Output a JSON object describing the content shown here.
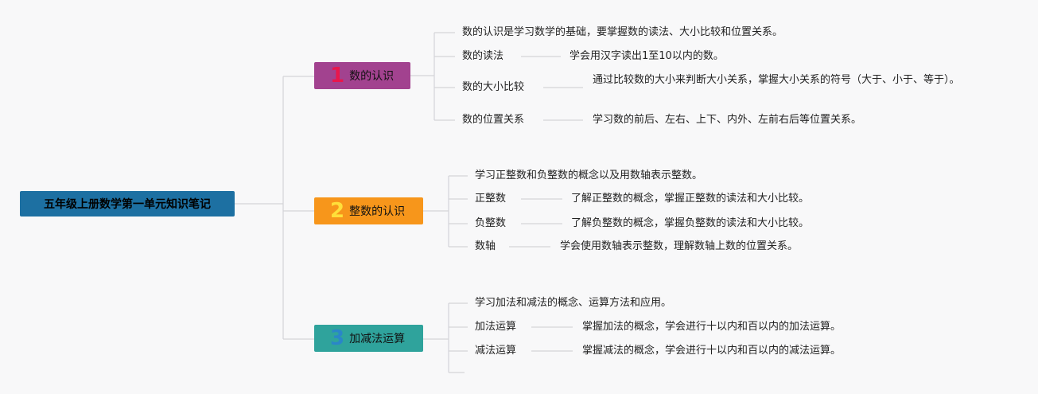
{
  "root": {
    "title": "五年级上册数学第一单元知识笔记"
  },
  "colors": {
    "root": "#1d70a2",
    "b1": "#a2428f",
    "b2": "#f7961b",
    "b3": "#2fa39c",
    "n1": "#e8174d",
    "n2": "#ffdf3a",
    "n3": "#2a86c8",
    "line": "#d2d2d6"
  },
  "branches": [
    {
      "number": "1",
      "title": "数的认识",
      "summary": "数的认识是学习数学的基础，要掌握数的读法、大小比较和位置关系。",
      "items": [
        {
          "label": "数的读法",
          "desc": "学会用汉字读出1至10以内的数。"
        },
        {
          "label": "数的大小比较",
          "desc": "通过比较数的大小来判断大小关系，掌握大小关系的符号（大于、小于、等于）。"
        },
        {
          "label": "数的位置关系",
          "desc": "学习数的前后、左右、上下、内外、左前右后等位置关系。"
        }
      ]
    },
    {
      "number": "2",
      "title": "整数的认识",
      "summary": "学习正整数和负整数的概念以及用数轴表示整数。",
      "items": [
        {
          "label": "正整数",
          "desc": "了解正整数的概念，掌握正整数的读法和大小比较。"
        },
        {
          "label": "负整数",
          "desc": "了解负整数的概念，掌握负整数的读法和大小比较。"
        },
        {
          "label": "数轴",
          "desc": "学会使用数轴表示整数，理解数轴上数的位置关系。"
        }
      ]
    },
    {
      "number": "3",
      "title": "加减法运算",
      "summary": "学习加法和减法的概念、运算方法和应用。",
      "items": [
        {
          "label": "加法运算",
          "desc": "掌握加法的概念，学会进行十以内和百以内的加法运算。"
        },
        {
          "label": "减法运算",
          "desc": "掌握减法的概念，学会进行十以内和百以内的减法运算。"
        }
      ]
    }
  ]
}
